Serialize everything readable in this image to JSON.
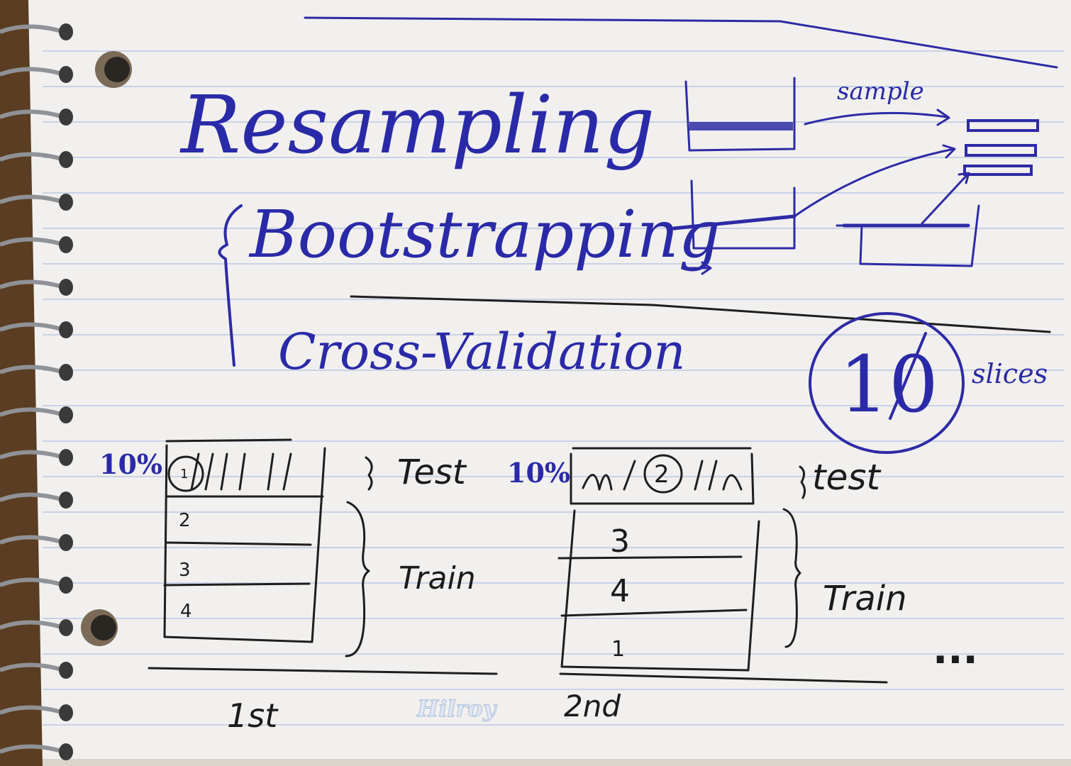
{
  "notebook": {
    "brand": "Hilroy",
    "title": "Resampling",
    "method_1": "Bootstrapping",
    "method_2": "Cross-Validation",
    "bootstrap_arrow_label": "sample",
    "folds_count": "10",
    "folds_label": "slices",
    "fold_1": {
      "percent": "10%",
      "rows": [
        "1",
        "2",
        "3",
        "4"
      ],
      "test_label": "Test",
      "train_label": "Train",
      "caption": "1st"
    },
    "fold_2": {
      "percent": "10%",
      "rows": [
        "2",
        "3",
        "4",
        "1"
      ],
      "test_label": "test",
      "train_label": "Train",
      "caption": "2nd"
    },
    "ellipsis": "..."
  },
  "colors": {
    "paper": "#f1f0ee",
    "rule_line": "#c9d2e6",
    "blue_ink": "#2e2aa6",
    "black_ink": "#1e1e1e",
    "desk": "#5a3d22"
  }
}
